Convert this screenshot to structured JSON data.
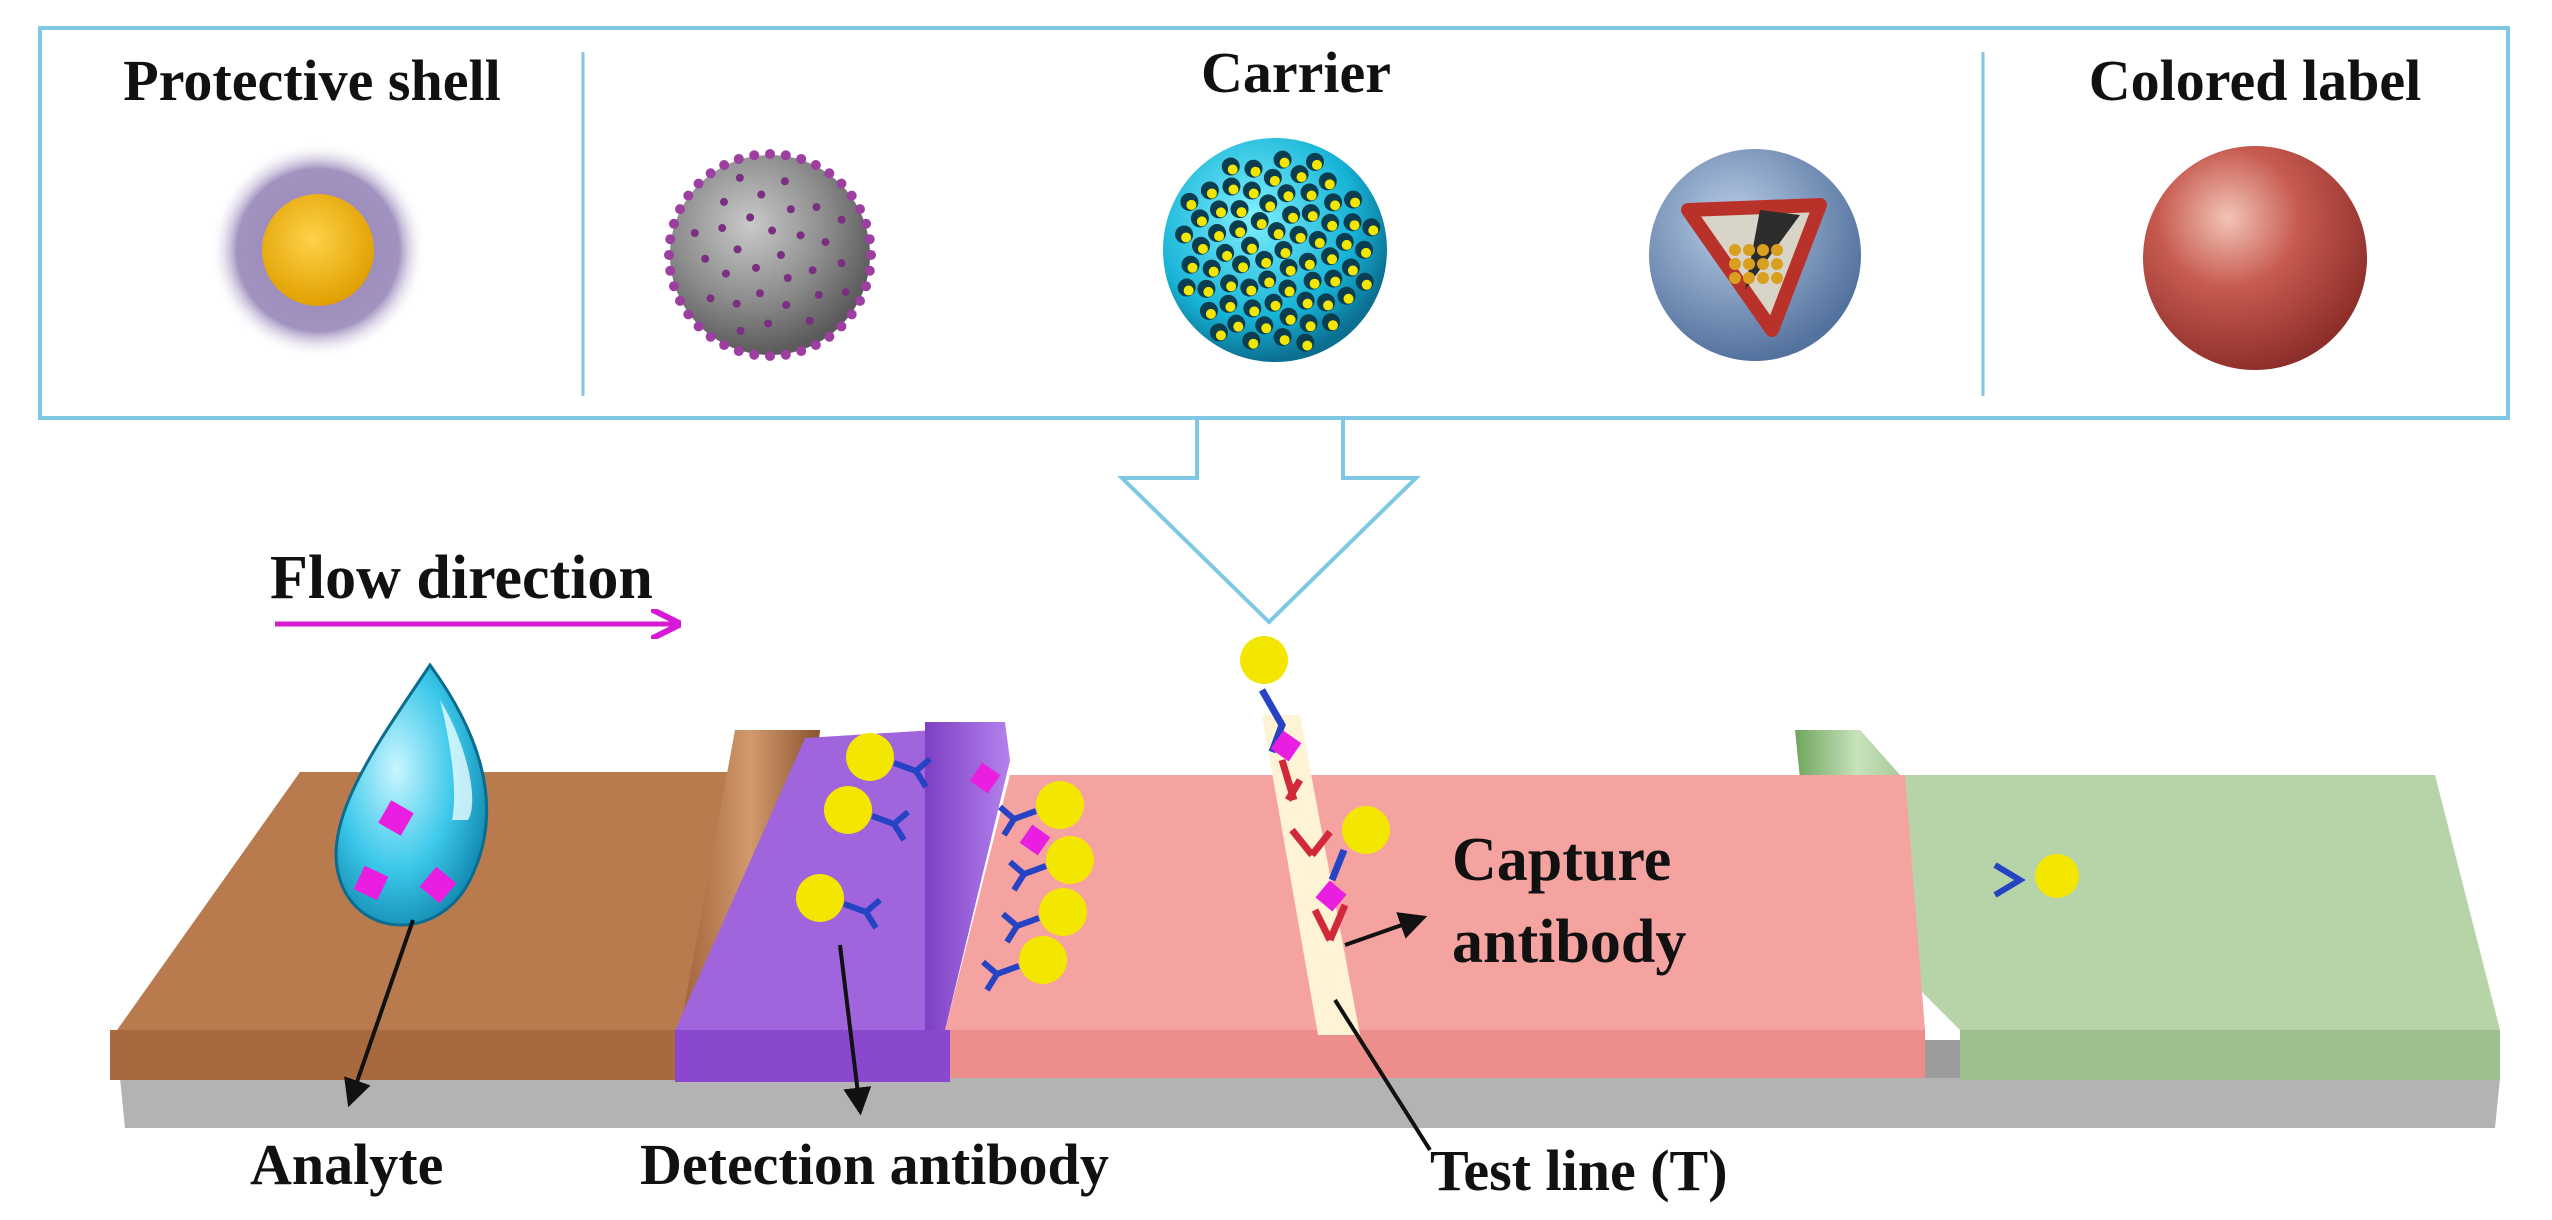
{
  "panel": {
    "protective_shell": "Protective shell",
    "carrier": "Carrier",
    "colored_label": "Colored label"
  },
  "strip": {
    "flow_direction": "Flow direction",
    "analyte": "Analyte",
    "detection_antibody": "Detection antibody",
    "test_line": "Test line (T)",
    "capture_antibody_line1": "Capture",
    "capture_antibody_line2": "antibody"
  },
  "colors": {
    "panel_border": "#7ec8e3",
    "sample_pad": "#b97a4e",
    "conjugate_pad": "#9b5fd6",
    "membrane": "#f5a3a1",
    "absorbent_pad": "#b6d4a8",
    "backing": "#a8a8a8",
    "flow_arrow": "#d61ad6",
    "label_particle": "#f3e600",
    "analyte_marker": "#e91ee0"
  }
}
